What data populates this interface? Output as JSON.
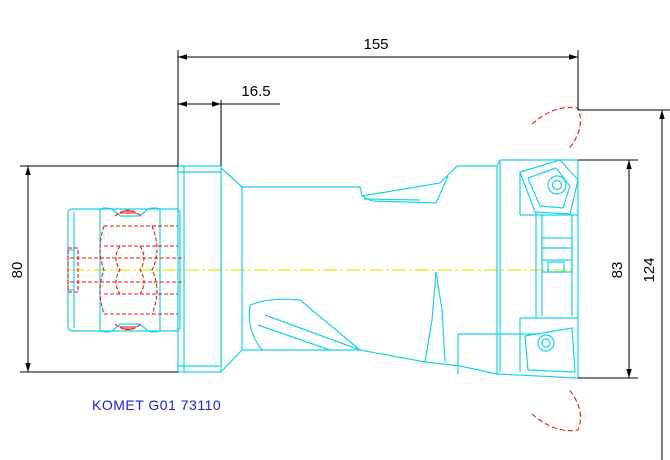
{
  "drawing": {
    "label": "KOMET G01 73110",
    "colors": {
      "outline": "#19d3e6",
      "hidden": "#e01919",
      "centerline": "#e6e619",
      "dimension": "#000000",
      "label": "#1c1cd4"
    }
  },
  "dimensions": {
    "overall_length": "155",
    "flange_width": "16.5",
    "shank_diameter": "80",
    "head_height": "83",
    "cutting_diameter": "124"
  }
}
